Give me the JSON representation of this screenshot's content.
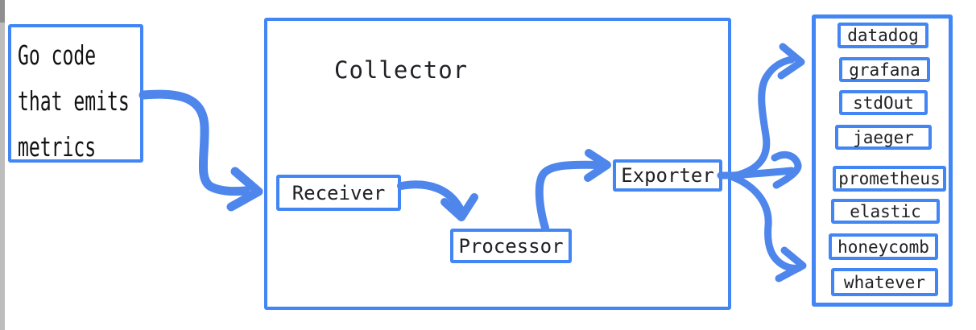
{
  "source_box": {
    "lines": [
      "Go code",
      "that emits",
      "metrics"
    ]
  },
  "collector": {
    "title": "Collector",
    "receiver_label": "Receiver",
    "processor_label": "Processor",
    "exporter_label": "Exporter"
  },
  "destinations": {
    "items": [
      "datadog",
      "grafana",
      "stdOut",
      "jaeger",
      "prometheus",
      "elastic",
      "honeycomb",
      "whatever"
    ]
  },
  "colors": {
    "box_border_blue": "#4285f4",
    "arrow_blue": "#4e86ec",
    "text": "#202124",
    "edge_gray": "#bdbdbd"
  }
}
